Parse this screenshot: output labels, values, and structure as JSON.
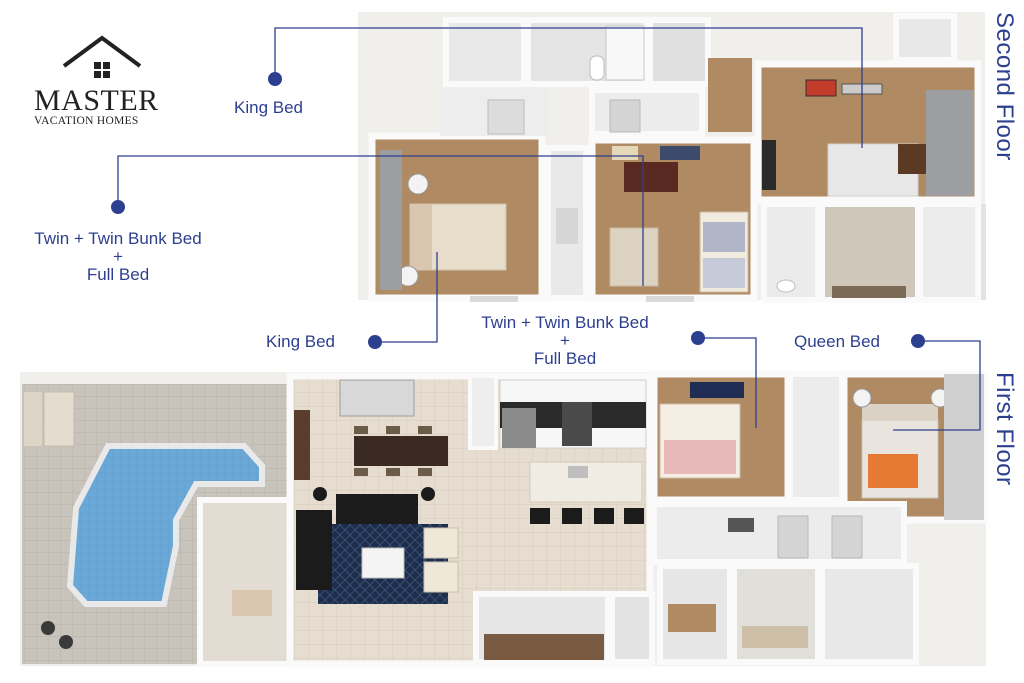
{
  "brand": {
    "name": "MASTER",
    "tagline": "VACATION HOMES",
    "colors": {
      "accent": "#2d3f8f",
      "logo": "#222222"
    }
  },
  "floors": {
    "second": "Second Floor",
    "first": "First Floor"
  },
  "callouts": {
    "second_king": "King Bed",
    "second_twin_line1": "Twin + Twin Bunk Bed",
    "second_twin_line2": "+",
    "second_twin_line3": "Full Bed",
    "first_king": "King Bed",
    "first_twin_line1": "Twin + Twin Bunk Bed",
    "first_twin_line2": "+",
    "first_twin_line3": "Full Bed",
    "first_queen": "Queen Bed"
  }
}
